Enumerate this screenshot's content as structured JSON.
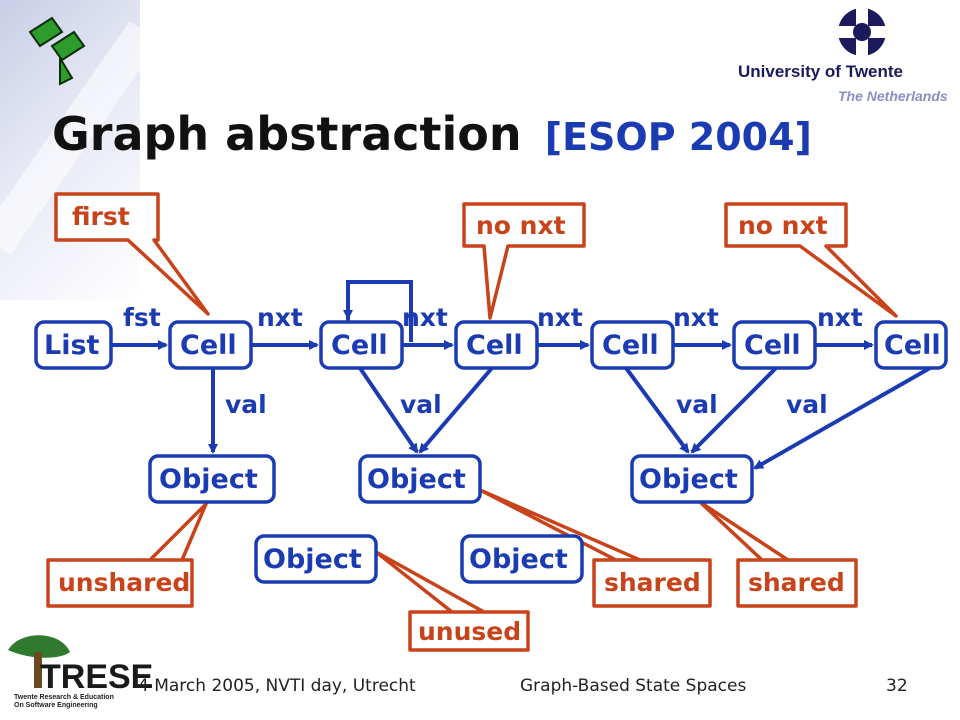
{
  "slide": {
    "title": "Graph abstraction",
    "citation": "[ESOP 2004]",
    "footer_left": "4 March 2005, NVTI day, Utrecht",
    "footer_center": "Graph-Based State Spaces",
    "page_number": "32"
  },
  "branding": {
    "university": "University of Twente",
    "country": "The Netherlands",
    "trese_logo": "TRESE",
    "trese_line1": "Twente Research & Education",
    "trese_line2": "On Software Engineering"
  },
  "colors": {
    "node": "#1b3bb3",
    "callout": "#c8431a"
  },
  "graph": {
    "nodes": [
      {
        "label": "List"
      },
      {
        "label": "Cell"
      },
      {
        "label": "Cell"
      },
      {
        "label": "Cell"
      },
      {
        "label": "Cell"
      },
      {
        "label": "Cell"
      },
      {
        "label": "Cell"
      },
      {
        "label": "Object"
      },
      {
        "label": "Object"
      },
      {
        "label": "Object"
      },
      {
        "label": "Object"
      },
      {
        "label": "Object"
      }
    ],
    "edge_labels": {
      "fst": "fst",
      "nxt1": "nxt",
      "nxt2": "nxt",
      "nxt3": "nxt",
      "nxt4": "nxt",
      "nxt5": "nxt",
      "val1": "val",
      "val2": "val",
      "val3": "val",
      "val4": "val"
    },
    "callouts": {
      "first": "first",
      "no_nxt_1": "no nxt",
      "no_nxt_2": "no nxt",
      "unshared": "unshared",
      "unused": "unused",
      "shared_1": "shared",
      "shared_2": "shared"
    }
  }
}
